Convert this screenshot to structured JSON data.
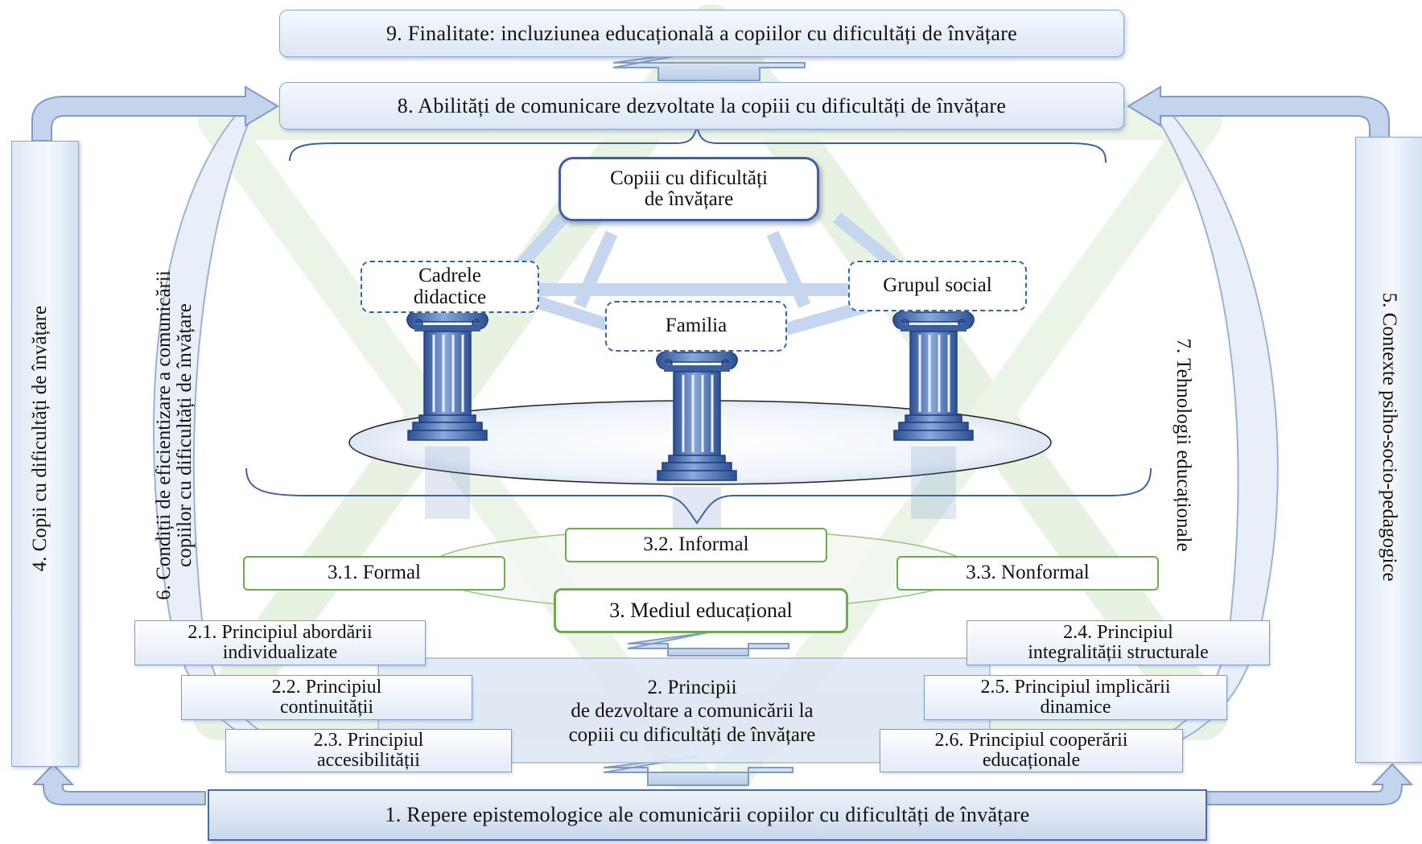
{
  "boxes": {
    "b9": "9. Finalitate: incluziunea educațională a copiilor cu dificultăți de învățare",
    "b8": "8. Abilități de comunicare dezvoltate la copiii cu dificultăți de învățare",
    "b1": "1. Repere epistemologice ale comunicării copiilor cu dificultăți de învățare",
    "b4": "4. Copii cu dificultăți de învățare",
    "b5": "5. Contexte psiho-socio-pedagogice",
    "b6_line1": "6. Condiții de eficientizare a comunicării",
    "b6_line2": "copiilor cu dificultăți de învățare",
    "b7": "7. Tehnologii educaționale"
  },
  "actors": {
    "root_line1": "Copiii cu dificultăți",
    "root_line2": "de învățare",
    "teachers_line1": "Cadrele",
    "teachers_line2": "didactice",
    "family": "Familia",
    "social": "Grupul social"
  },
  "environment": {
    "main": "3. Mediul educațional",
    "formal": "3.1. Formal",
    "informal": "3.2. Informal",
    "nonformal": "3.3. Nonformal"
  },
  "principles": {
    "center_line1": "2. Principii",
    "center_line2": "de dezvoltare a comunicării la",
    "center_line3": "copiii cu dificultăți de învățare",
    "p1_line1": "2.1. Principiul abordării",
    "p1_line2": "individualizate",
    "p2_line1": "2.2. Principiul",
    "p2_line2": "continuității",
    "p3_line1": "2.3. Principiul",
    "p3_line2": "accesibilității",
    "p4_line1": "2.4. Principiul",
    "p4_line2": "integralității structurale",
    "p5_line1": "2.5. Principiul implicării",
    "p5_line2": "dinamice",
    "p6_line1": "2.6. Principiul cooperării",
    "p6_line2": "educaționale"
  },
  "colors": {
    "frame_blue": "#8aa6cf",
    "dark_blue": "#3f5f9e",
    "dashed_blue": "#2f68a6",
    "green": "#6dab4f",
    "watermark_green": "#d9ecd2"
  },
  "icons": [
    "ionic-column-icon",
    "arrow-up-icon",
    "curly-brace-icon"
  ]
}
